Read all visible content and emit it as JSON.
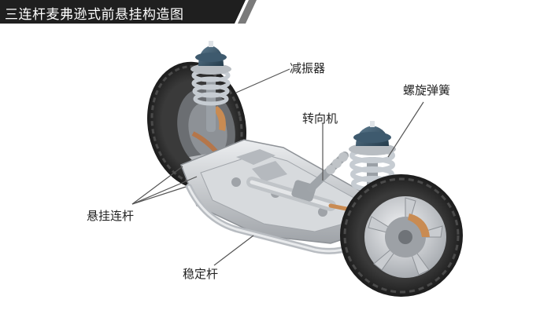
{
  "title": "三连杆麦弗逊式前悬挂构造图",
  "labels": {
    "shock_absorber": "减振器",
    "coil_spring": "螺旋弹簧",
    "steering_gear": "转向机",
    "suspension_links": "悬挂连杆",
    "stabilizer_bar": "稳定杆"
  },
  "colors": {
    "title_bar": "#1f1f1f",
    "title_accent": "#7a7a7a",
    "tire": "#2a2a2a",
    "subframe": "#c7c9cc",
    "spring": "#c6ccd2",
    "strut_cap": "#2f4a5e",
    "brake_accent": "#c98b52",
    "leader_line": "#555555"
  }
}
